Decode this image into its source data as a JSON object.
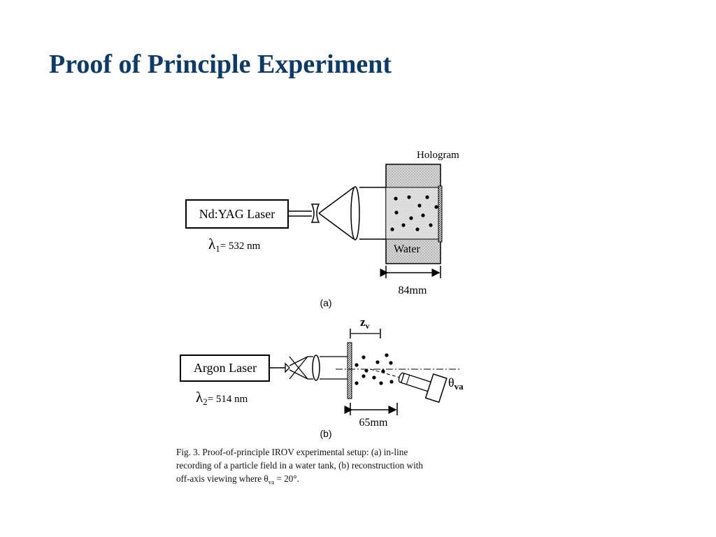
{
  "slide": {
    "title": "Proof of Principle Experiment"
  },
  "figure": {
    "panel_a": {
      "laser_label": "Nd:YAG Laser",
      "wavelength_symbol": "λ",
      "wavelength_subscript": "1",
      "wavelength_value": "= 532 nm",
      "hologram_label": "Hologram",
      "water_label": "Water",
      "distance_label": "84mm",
      "panel_label": "(a)"
    },
    "panel_b": {
      "laser_label": "Argon Laser",
      "wavelength_symbol": "λ",
      "wavelength_subscript": "2",
      "wavelength_value": "= 514 nm",
      "zv_symbol": "z",
      "zv_subscript": "v",
      "theta_symbol": "θ",
      "theta_subscript": "va",
      "distance_label": "65mm",
      "panel_label": "(b)"
    },
    "caption": {
      "line1": "Fig. 3.   Proof-of-principle IROV experimental setup:  (a) in-line",
      "line2": "recording of a particle field in a water tank, (b) reconstruction with",
      "line3_prefix": "off-axis viewing where θ",
      "line3_sub": "va",
      "line3_suffix": " = 20°."
    }
  }
}
